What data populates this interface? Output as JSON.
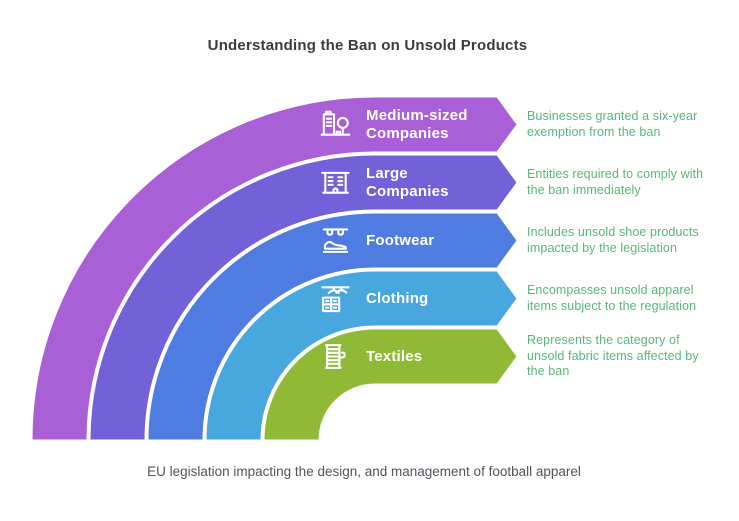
{
  "title": "Understanding the Ban on Unsold Products",
  "caption": "EU legislation impacting the design, and management of football apparel",
  "colors": {
    "title_text": "#3b3b43",
    "caption_text": "#53545c",
    "description_text": "#57b877",
    "label_text": "#ffffff"
  },
  "items": [
    {
      "label": "Medium-sized Companies",
      "label_lines": [
        "Medium-sized",
        "Companies"
      ],
      "icon": "building-with-tree-icon",
      "color": "#a95fd6",
      "description": "Businesses granted a six-year exemption from the ban",
      "desc_lines": [
        "Businesses granted a six-year",
        "exemption from the ban"
      ]
    },
    {
      "label": "Large Companies",
      "label_lines": [
        "Large",
        "Companies"
      ],
      "icon": "office-building-icon",
      "color": "#7361d8",
      "description": "Entities required to comply with the ban immediately",
      "desc_lines": [
        "Entities required to comply with",
        "the ban immediately"
      ]
    },
    {
      "label": "Footwear",
      "label_lines": [
        "Footwear"
      ],
      "icon": "shoe-rack-icon",
      "color": "#4f7ce0",
      "description": "Includes unsold shoe products impacted by the legislation",
      "desc_lines": [
        "Includes unsold shoe products",
        "impacted by the legislation"
      ]
    },
    {
      "label": "Clothing",
      "label_lines": [
        "Clothing"
      ],
      "icon": "hangers-dresser-icon",
      "color": "#49a7df",
      "description": "Encompasses unsold apparel items subject to the regulation",
      "desc_lines": [
        "Encompasses unsold apparel",
        "items subject to the regulation"
      ]
    },
    {
      "label": "Textiles",
      "label_lines": [
        "Textiles"
      ],
      "icon": "thread-spool-icon",
      "color": "#90ba36",
      "description": "Represents the category of unsold fabric items affected by the ban",
      "desc_lines": [
        "Represents the category of",
        "unsold fabric items affected by",
        "the ban"
      ]
    }
  ]
}
